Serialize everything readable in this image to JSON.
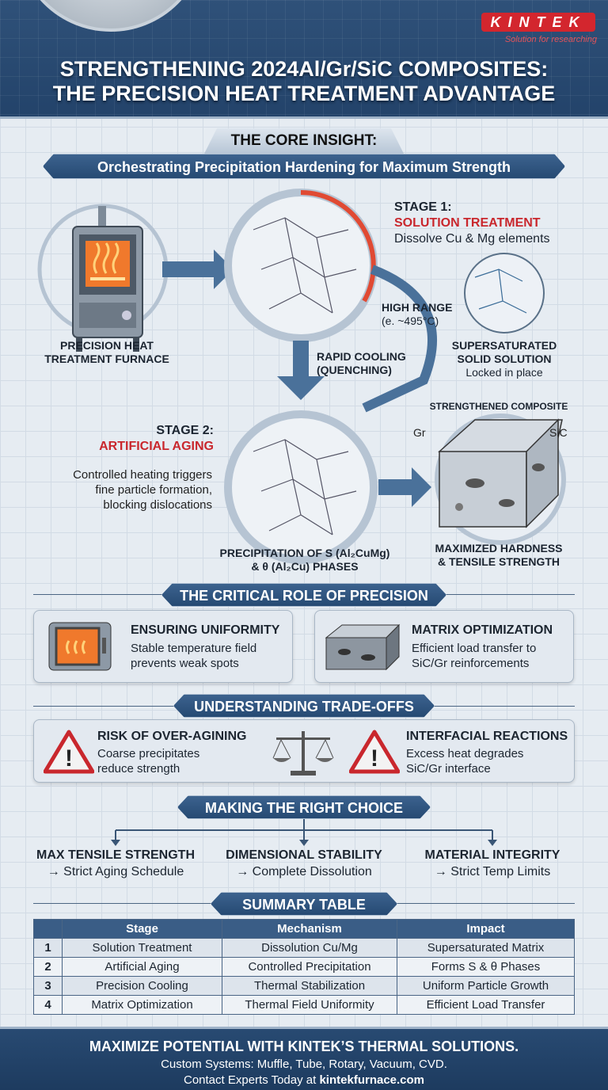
{
  "brand": {
    "logo": "KINTEK",
    "tagline": "Solution for researching",
    "accent": "#d3262e",
    "primary": "#2c4d75"
  },
  "title": {
    "line1": "STRENGTHENING 2024Al/Gr/SiC COMPOSITES:",
    "line2": "THE PRECISION HEAT TREATMENT ADVANTAGE"
  },
  "core": {
    "heading": "THE CORE INSIGHT:",
    "subtitle": "Orchestrating Precipitation Hardening for Maximum Strength"
  },
  "diagram": {
    "furnace_label": [
      "PRECISION HEAT",
      "TREATMENT FURNACE"
    ],
    "stage1": {
      "title": "STAGE 1:",
      "name": "SOLUTION TREATMENT",
      "desc": "Dissolve Cu & Mg elements"
    },
    "high_range": {
      "title": "HIGH RANGE",
      "value": "(e. ~495°C)"
    },
    "quench": [
      "RAPID COOLING",
      "(QUENCHING)"
    ],
    "supersaturated": {
      "title": [
        "SUPERSATURATED",
        "SOLID SOLUTION"
      ],
      "desc": "Locked in place"
    },
    "stage2": {
      "title": "STAGE 2:",
      "name": "ARTIFICIAL AGING",
      "desc": [
        "Controlled heating triggers",
        "fine particle formation,",
        "blocking dislocations"
      ]
    },
    "precipitation": [
      "PRECIPITATION OF S (Al₂CuMg)",
      "& θ (Al₂Cu) PHASES"
    ],
    "composite": {
      "title": "STRENGTHENED COMPOSITE",
      "gr": "Gr",
      "sic": "SiC",
      "result": [
        "MAXIMIZED HARDNESS",
        "& TENSILE STRENGTH"
      ]
    }
  },
  "precision": {
    "heading": "THE CRITICAL ROLE OF PRECISION",
    "cards": [
      {
        "icon": "furnace-icon",
        "title": "ENSURING UNIFORMITY",
        "desc": [
          "Stable temperature field",
          "prevents weak spots"
        ]
      },
      {
        "icon": "composite-block-icon",
        "title": "MATRIX OPTIMIZATION",
        "desc": [
          "Efficient load transfer to",
          "SiC/Gr reinforcements"
        ]
      }
    ]
  },
  "tradeoffs": {
    "heading": "UNDERSTANDING TRADE-OFFS",
    "items": [
      {
        "icon": "warning-icon",
        "title": "RISK OF OVER-AGINING",
        "desc": [
          "Coarse precipitates",
          "reduce strength"
        ]
      },
      {
        "icon": "warning-icon",
        "title": "INTERFACIAL REACTIONS",
        "desc": [
          "Excess heat degrades",
          "SiC/Gr interface"
        ]
      }
    ],
    "center_icon": "balance-scale-icon"
  },
  "choice": {
    "heading": "MAKING THE RIGHT CHOICE",
    "options": [
      {
        "title": "MAX TENSILE STRENGTH",
        "action": "→ Strict Aging Schedule"
      },
      {
        "title": "DIMENSIONAL STABILITY",
        "action": "→ Complete Dissolution"
      },
      {
        "title": "MATERIAL INTEGRITY",
        "action": "→ Strict Temp Limits"
      }
    ]
  },
  "summary": {
    "heading": "SUMMARY TABLE",
    "columns": [
      "",
      "Stage",
      "Mechanism",
      "Impact"
    ],
    "rows": [
      [
        "1",
        "Solution Treatment",
        "Dissolution Cu/Mg",
        "Supersaturated Matrix"
      ],
      [
        "2",
        "Artificial Aging",
        "Controlled Precipitation",
        "Forms S & θ Phases"
      ],
      [
        "3",
        "Precision Cooling",
        "Thermal Stabilization",
        "Uniform Particle Growth"
      ],
      [
        "4",
        "Matrix Optimization",
        "Thermal Field Uniformity",
        "Efficient Load Transfer"
      ]
    ]
  },
  "footer": {
    "headline": "MAXIMIZE POTENTIAL WITH KINTEK’S THERMAL SOLUTIONS.",
    "line2": "Custom Systems: Muffle, Tube, Rotary, Vacuum, CVD.",
    "line3_prefix": "Contact Experts Today at ",
    "url": "kintekfurnace.com"
  }
}
